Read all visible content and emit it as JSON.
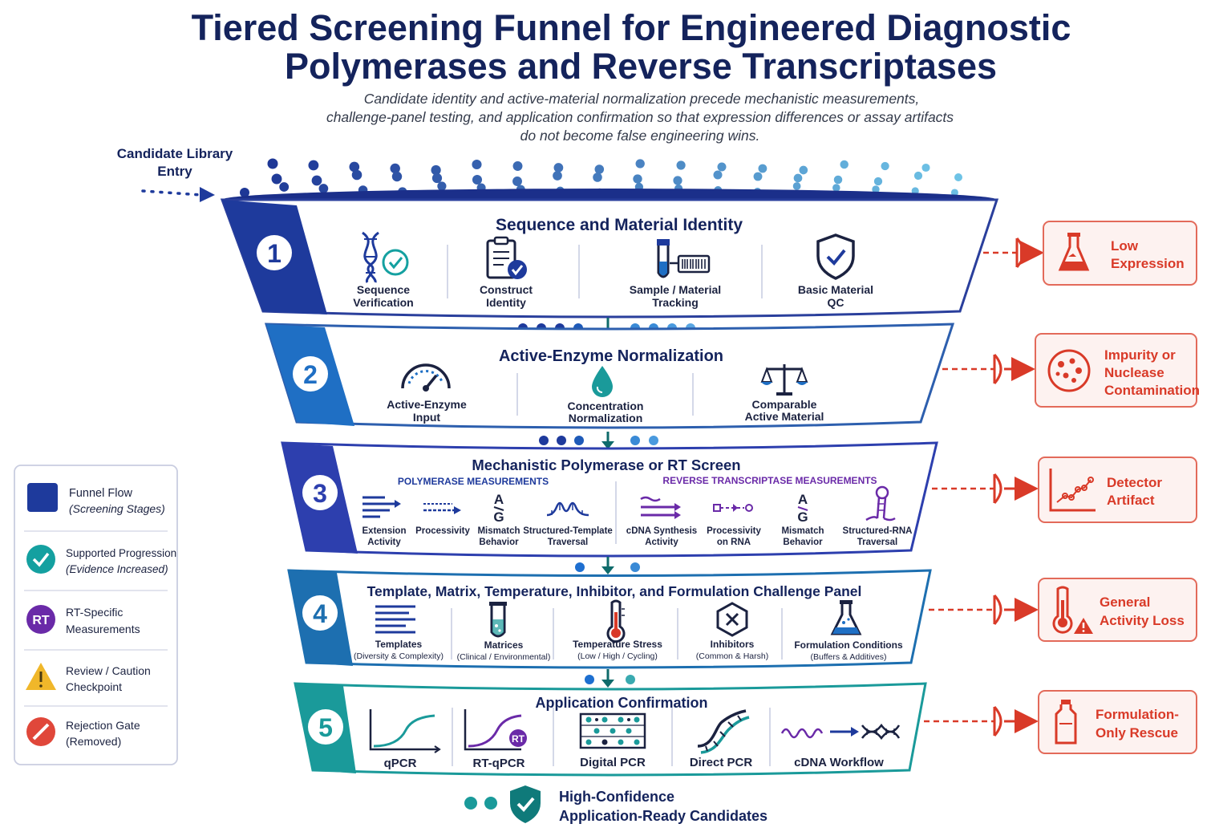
{
  "header": {
    "title_line1": "Tiered Screening Funnel for Engineered Diagnostic",
    "title_line2": "Polymerases and Reverse Transcriptases",
    "subtitle_line1": "Candidate identity and active-material normalization precede mechanistic measurements,",
    "subtitle_line2": "challenge-panel testing, and application confirmation so that expression differences or assay artifacts",
    "subtitle_line3": "do not become false engineering wins."
  },
  "entry": {
    "line1": "Candidate Library",
    "line2": "Entry"
  },
  "stages": [
    {
      "number": "1",
      "title": "Sequence and Material Identity",
      "items": [
        {
          "icon": "dna-check-icon",
          "line1": "Sequence",
          "line2": "Verification"
        },
        {
          "icon": "clipboard-check-icon",
          "line1": "Construct",
          "line2": "Identity"
        },
        {
          "icon": "tube-barcode-icon",
          "line1": "Sample / Material",
          "line2": "Tracking"
        },
        {
          "icon": "shield-check-icon",
          "line1": "Basic Material",
          "line2": "QC"
        }
      ]
    },
    {
      "number": "2",
      "title": "Active-Enzyme Normalization",
      "items": [
        {
          "icon": "gauge-icon",
          "line1": "Active-Enzyme",
          "line2": "Input"
        },
        {
          "icon": "droplet-icon",
          "line1": "Concentration",
          "line2": "Normalization"
        },
        {
          "icon": "balance-scale-icon",
          "line1": "Comparable",
          "line2": "Active Material"
        }
      ]
    },
    {
      "number": "3",
      "title": "Mechanistic Polymerase or RT Screen",
      "polymerase_header": "POLYMERASE MEASUREMENTS",
      "rt_header": "REVERSE TRANSCRIPTASE MEASUREMENTS",
      "polymerase_items": [
        {
          "icon": "extension-arrows-icon",
          "line1": "Extension",
          "line2": "Activity"
        },
        {
          "icon": "processivity-arrow-icon",
          "line1": "Processivity",
          "line2": ""
        },
        {
          "icon": "mismatch-ag-icon",
          "line1": "Mismatch",
          "line2": "Behavior",
          "glyph_top": "A",
          "glyph_bottom": "G"
        },
        {
          "icon": "structured-template-icon",
          "line1": "Structured-Template",
          "line2": "Traversal"
        }
      ],
      "rt_items": [
        {
          "icon": "cdna-synthesis-icon",
          "line1": "cDNA Synthesis",
          "line2": "Activity"
        },
        {
          "icon": "rna-processivity-icon",
          "line1": "Processivity",
          "line2": "on RNA"
        },
        {
          "icon": "mismatch-ag-icon",
          "line1": "Mismatch",
          "line2": "Behavior",
          "glyph_top": "A",
          "glyph_bottom": "G"
        },
        {
          "icon": "rna-hairpin-icon",
          "line1": "Structured-RNA",
          "line2": "Traversal"
        }
      ]
    },
    {
      "number": "4",
      "title": "Template, Matrix, Temperature, Inhibitor, and Formulation Challenge Panel",
      "items": [
        {
          "icon": "template-lines-icon",
          "line1": "Templates",
          "line2": "(Diversity & Complexity)"
        },
        {
          "icon": "test-tube-icon",
          "line1": "Matrices",
          "line2": "(Clinical / Environmental)"
        },
        {
          "icon": "thermometer-icon",
          "line1": "Temperature Stress",
          "line2": "(Low / High / Cycling)"
        },
        {
          "icon": "inhibitor-hexagon-icon",
          "line1": "Inhibitors",
          "line2": "(Common & Harsh)"
        },
        {
          "icon": "flask-icon",
          "line1": "Formulation Conditions",
          "line2": "(Buffers & Additives)"
        }
      ]
    },
    {
      "number": "5",
      "title": "Application Confirmation",
      "items": [
        {
          "icon": "qpcr-curve-icon",
          "line1": "qPCR"
        },
        {
          "icon": "rt-qpcr-curve-icon",
          "line1": "RT-qPCR",
          "badge": "RT"
        },
        {
          "icon": "digital-pcr-grid-icon",
          "line1": "Digital PCR"
        },
        {
          "icon": "dna-helix-icon",
          "line1": "Direct PCR"
        },
        {
          "icon": "cdna-workflow-icon",
          "line1": "cDNA Workflow"
        }
      ]
    }
  ],
  "output": {
    "line1": "High-Confidence",
    "line2": "Application-Ready Candidates"
  },
  "rejections": [
    {
      "icon": "flask-debris-icon",
      "line1": "Low",
      "line2": "Expression",
      "line3": ""
    },
    {
      "icon": "petri-dish-icon",
      "line1": "Impurity or",
      "line2": "Nuclease",
      "line3": "Contamination"
    },
    {
      "icon": "artifact-chart-icon",
      "line1": "Detector",
      "line2": "Artifact",
      "line3": ""
    },
    {
      "icon": "thermometer-warning-icon",
      "line1": "General",
      "line2": "Activity Loss",
      "line3": ""
    },
    {
      "icon": "bottle-icon",
      "line1": "Formulation-",
      "line2": "Only Rescue",
      "line3": ""
    }
  ],
  "legend": [
    {
      "icon": "funnel-flow-swatch",
      "line1": "Funnel Flow",
      "line2": "(Screening Stages)"
    },
    {
      "icon": "check-circle-icon",
      "line1": "Supported Progression",
      "line2": "(Evidence Increased)"
    },
    {
      "icon": "rt-badge-icon",
      "badge": "RT",
      "line1": "RT-Specific",
      "line2": "Measurements"
    },
    {
      "icon": "warning-triangle-icon",
      "line1": "Review / Caution",
      "line2": "Checkpoint"
    },
    {
      "icon": "rejection-circle-icon",
      "line1": "Rejection Gate",
      "line2": "(Removed)"
    }
  ],
  "colors": {
    "navy": "#14235c",
    "stage1": "#1e3a9c",
    "stage2": "#1f6fc4",
    "stage3": "#2d3fae",
    "stage4": "#1d6fb0",
    "stage5": "#1a9a9a",
    "reject": "#d93a28",
    "rt_purple": "#6a2aa8",
    "teal": "#14a0a0"
  }
}
